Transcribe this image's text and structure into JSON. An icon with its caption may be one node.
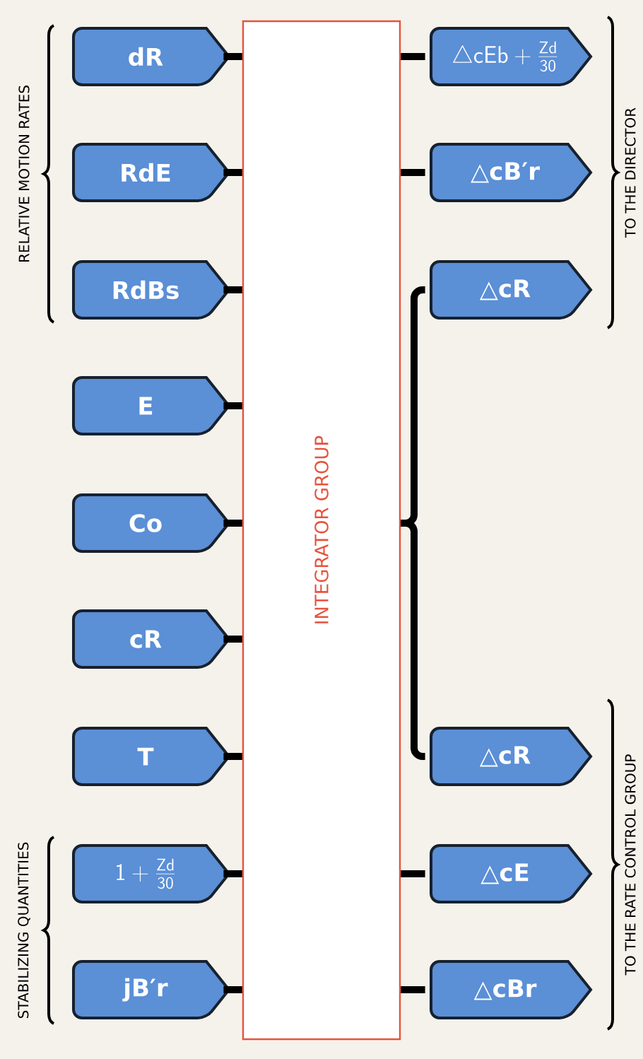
{
  "diagram": {
    "nodes": [
      {
        "text": [
          "dR"
        ]
      },
      {
        "text": [
          "RdE"
        ]
      },
      {
        "text": [
          "RdBs"
        ]
      },
      {
        "text": [
          "E"
        ]
      },
      {
        "text": [
          "Co"
        ]
      },
      {
        "text": [
          "cR"
        ]
      },
      {
        "text": [
          "T"
        ]
      },
      {
        "text": [
          "\\mathsf{1}+\\frac{\\mathsf{Zd}}{\\mathsf{30}}"
        ]
      },
      {
        "text": [
          "jB′r"
        ]
      },
      {
        "text": [
          "INTEGRATOR GROUP"
        ]
      },
      {
        "text": [
          "\\triangle\\mathsf{cEb}+\\frac{\\mathsf{Zd}}{\\mathsf{30}}"
        ]
      },
      {
        "text": [
          "△cB′r"
        ]
      },
      {
        "text": [
          "△cR"
        ]
      },
      {
        "text": [
          "△cR"
        ]
      },
      {
        "text": [
          "△cE"
        ]
      },
      {
        "text": [
          "△cBr"
        ]
      }
    ],
    "edges": [
      {
        "from": 0,
        "to": 9,
        "arrow": "none"
      },
      {
        "from": 1,
        "to": 9,
        "arrow": "none"
      },
      {
        "from": 2,
        "to": 9,
        "arrow": "none"
      },
      {
        "from": 3,
        "to": 9,
        "arrow": "none"
      },
      {
        "from": 4,
        "to": 9,
        "arrow": "none"
      },
      {
        "from": 5,
        "to": 9,
        "arrow": "none"
      },
      {
        "from": 6,
        "to": 9,
        "arrow": "none"
      },
      {
        "from": 7,
        "to": 9,
        "arrow": "none"
      },
      {
        "from": 8,
        "to": 9,
        "arrow": "none"
      },
      {
        "from": 9,
        "to": 10,
        "arrow": "none"
      },
      {
        "from": 9,
        "to": 11,
        "arrow": "none"
      },
      {
        "from": 9,
        "to": 12,
        "arrow": "none"
      },
      {
        "from": 9,
        "to": 13,
        "arrow": "none"
      },
      {
        "from": 9,
        "to": 14,
        "arrow": "none"
      },
      {
        "from": 9,
        "to": 15,
        "arrow": "none"
      }
    ],
    "labels": [
      "RELATIVE MOTION RATES",
      "STABILIZING QUANTITIES",
      "TO THE DIRECTOR",
      "TO THE RATE CONTROL GROUP"
    ]
  }
}
